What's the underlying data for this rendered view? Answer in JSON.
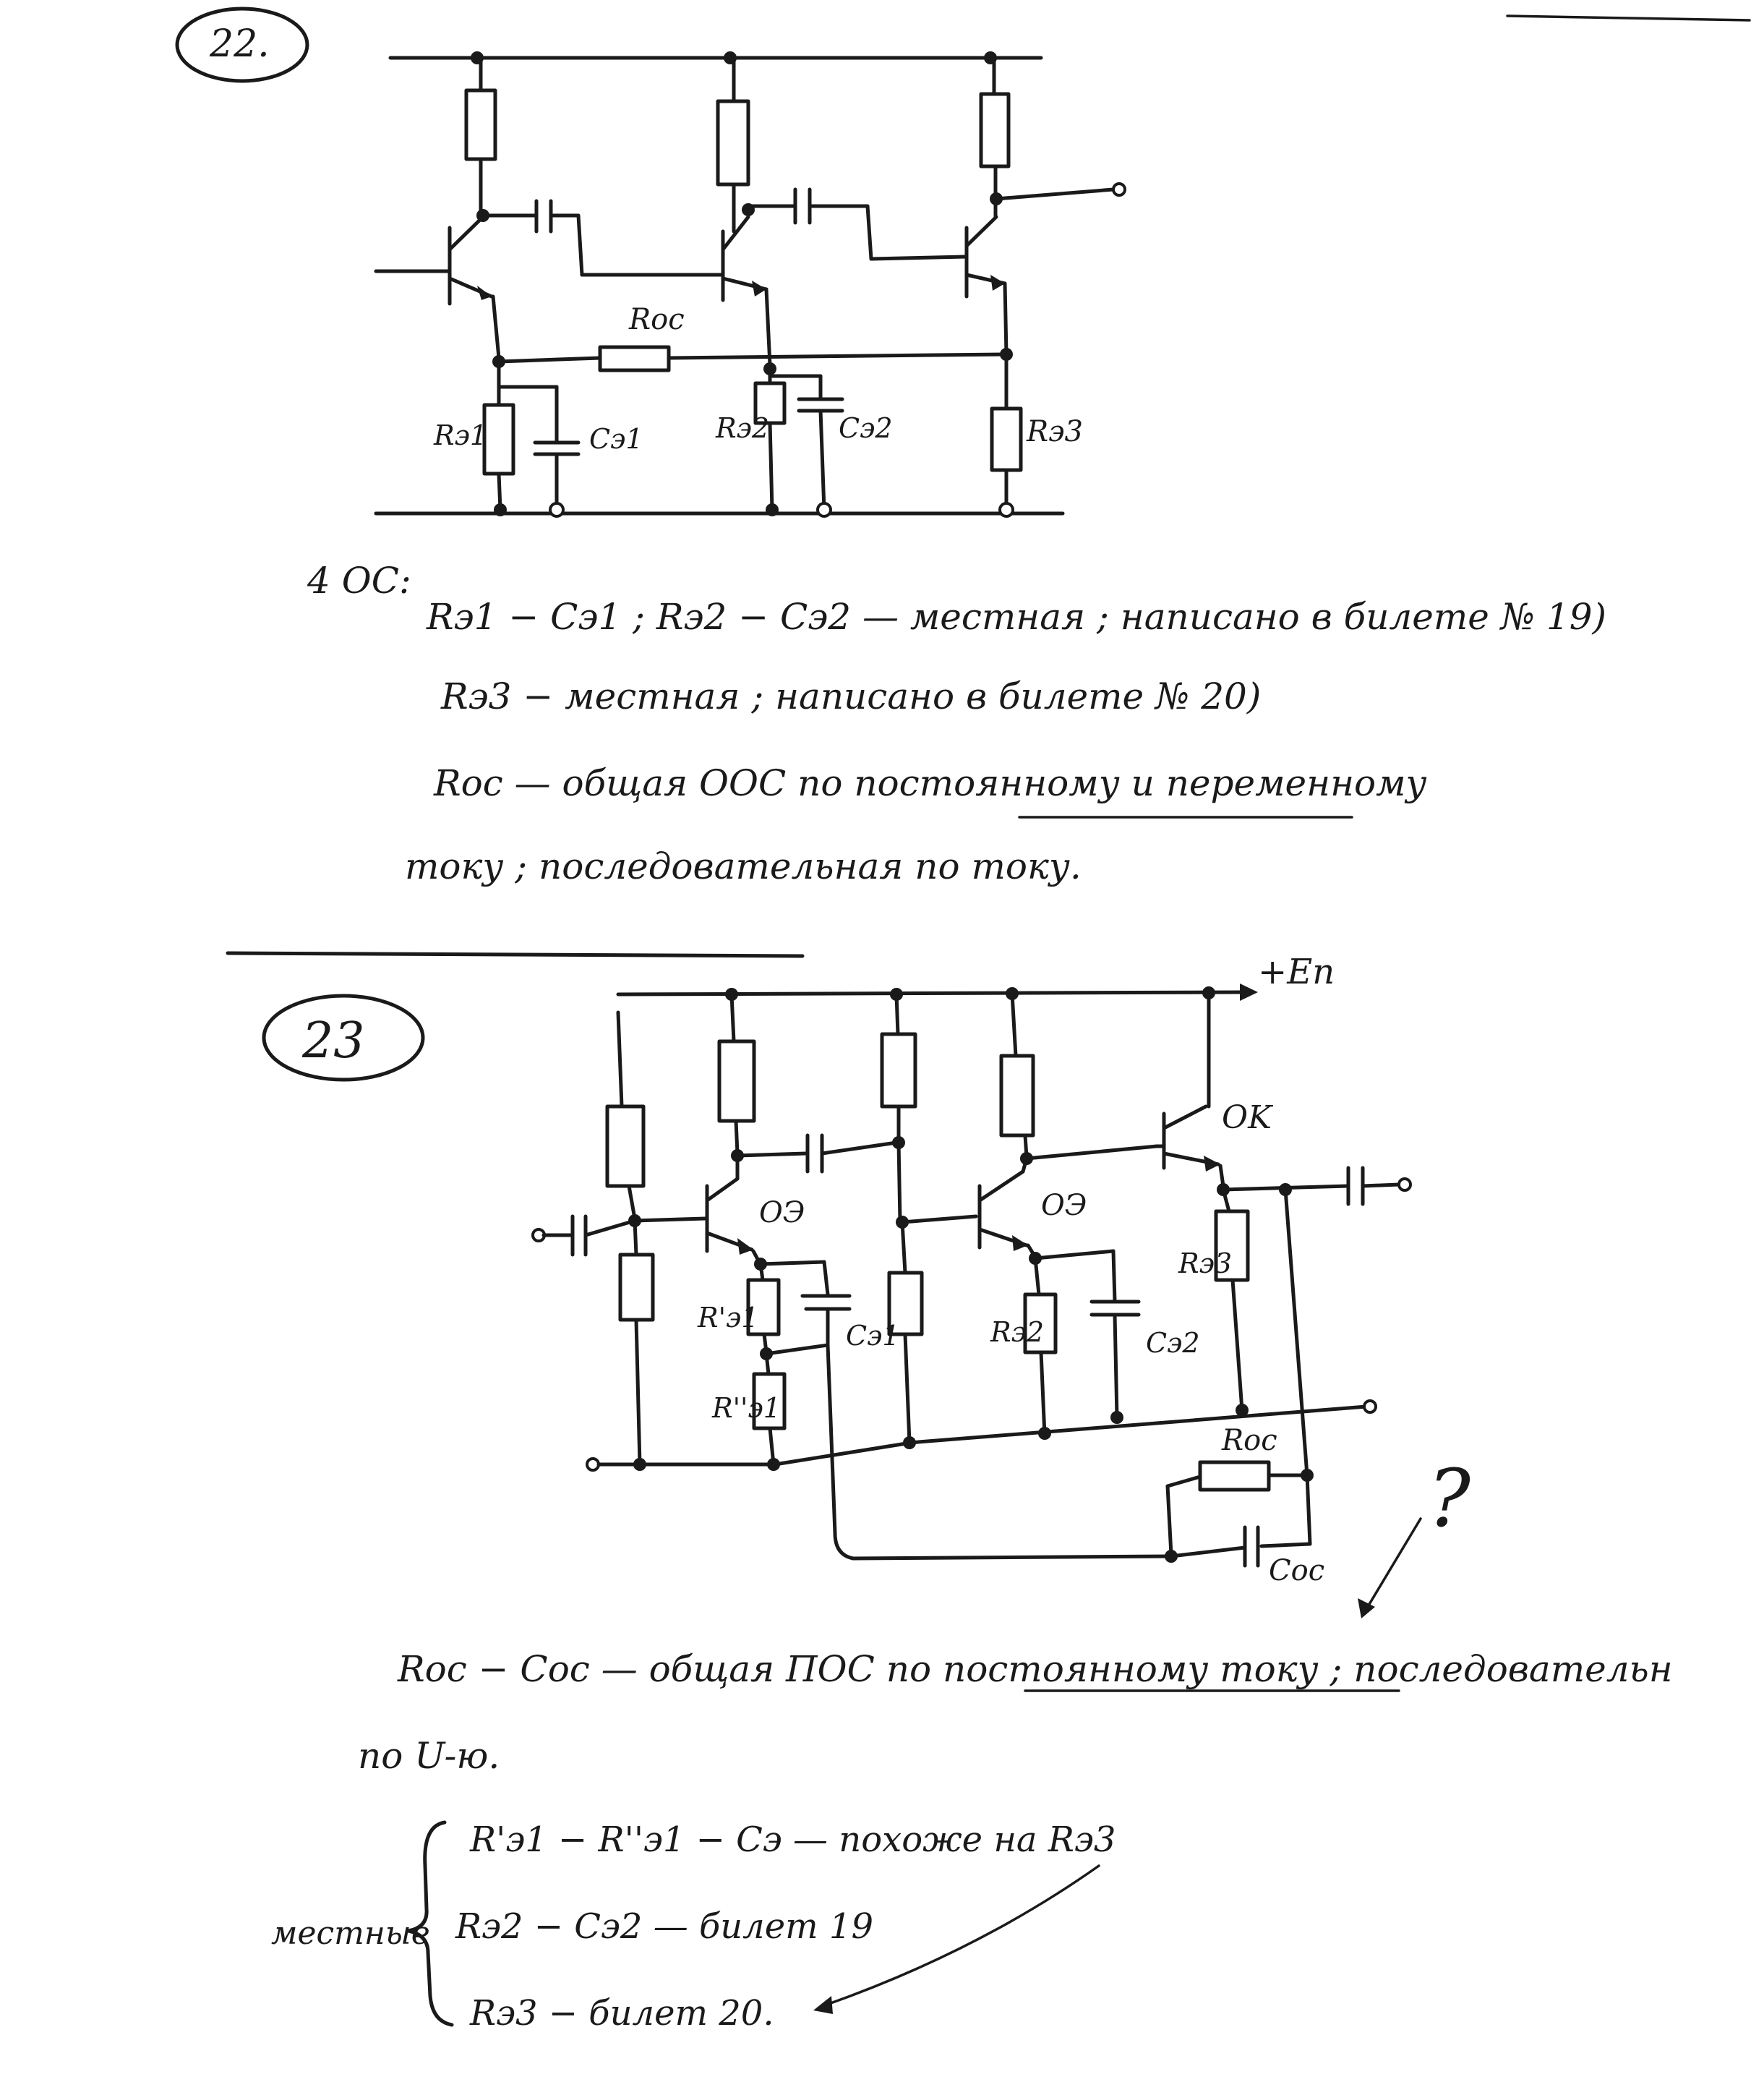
{
  "problem22": {
    "number": "22.",
    "circuit_labels": {
      "r_oc": "Roc",
      "r_e1": "Rэ1",
      "c_e1": "Cэ1",
      "r_e2": "Rэ2",
      "c_e2": "Cэ2",
      "r_e3": "Rэ3"
    },
    "notes": {
      "heading": "4 OC:",
      "line1": "Rэ1 − Cэ1 ; Rэ2 − Cэ2 — местная ; написано в билете № 19)",
      "line2": "Rэ3 − местная ; написано в билете № 20)",
      "line3": "Roc — общая ООС по постоянному и переменному",
      "line4": "току ; последовательная по току."
    }
  },
  "problem23": {
    "number": "23",
    "circuit_labels": {
      "supply": "+Eп",
      "stage1": "OЭ",
      "stage2": "OЭ",
      "stage3": "OK",
      "r_e1a": "R'э1",
      "r_e1b": "R''э1",
      "c_e1": "Cэ1",
      "r_e2": "Rэ2",
      "c_e2": "Cэ2",
      "r_e3": "Rэ3",
      "r_oc": "Roc",
      "c_oc": "Coc",
      "question": "?"
    },
    "notes": {
      "line1": "Roc − Coc — общая ПОС по постоянному току ; последовательн",
      "line2": "по U-ю.",
      "bracket_label": "местные",
      "item1": "R'э1 − R''э1 − Cэ — похоже на Rэ3",
      "item2": "Rэ2 − Cэ2 — билет 19",
      "item3": "Rэ3 − билет 20."
    }
  }
}
